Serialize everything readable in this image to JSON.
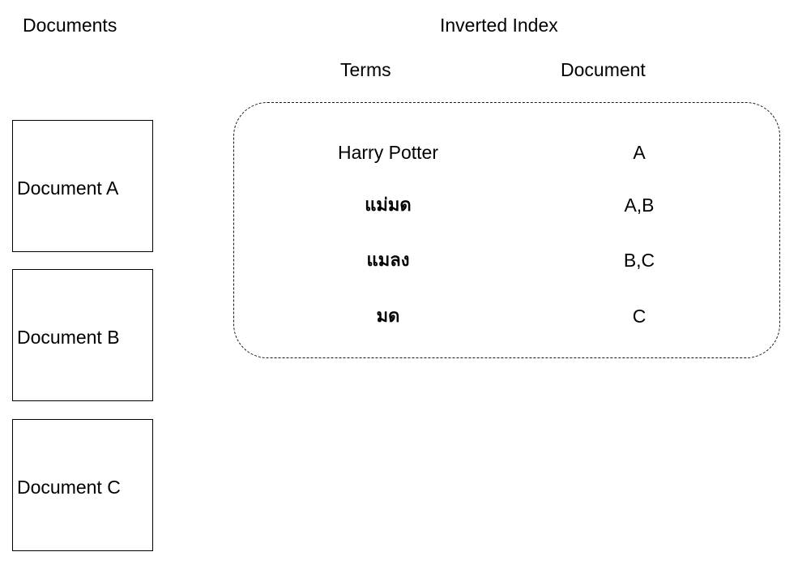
{
  "headings": {
    "documents": "Documents",
    "inverted_index": "Inverted Index",
    "terms": "Terms",
    "document": "Document"
  },
  "documents": [
    {
      "label": "Document A"
    },
    {
      "label": "Document B"
    },
    {
      "label": "Document C"
    }
  ],
  "index_rows": [
    {
      "term": "Harry Potter",
      "docs": "A",
      "script": "latin"
    },
    {
      "term": "แม่มด",
      "docs": "A,B",
      "script": "thai"
    },
    {
      "term": "แมลง",
      "docs": "B,C",
      "script": "thai"
    },
    {
      "term": "มด",
      "docs": "C",
      "script": "thai"
    }
  ],
  "colors": {
    "background": "#ffffff",
    "text": "#000000",
    "box_border": "#000000",
    "dashed_border": "#1a1a1a"
  }
}
